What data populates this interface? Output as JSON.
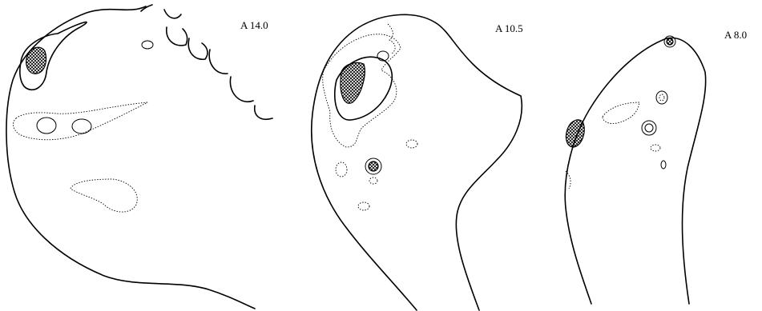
{
  "sections": [
    {
      "label": "A 14.0"
    },
    {
      "label": "A 10.5"
    },
    {
      "label": "A 8.0"
    }
  ],
  "colors": {
    "line": "#000000",
    "background": "#ffffff"
  }
}
